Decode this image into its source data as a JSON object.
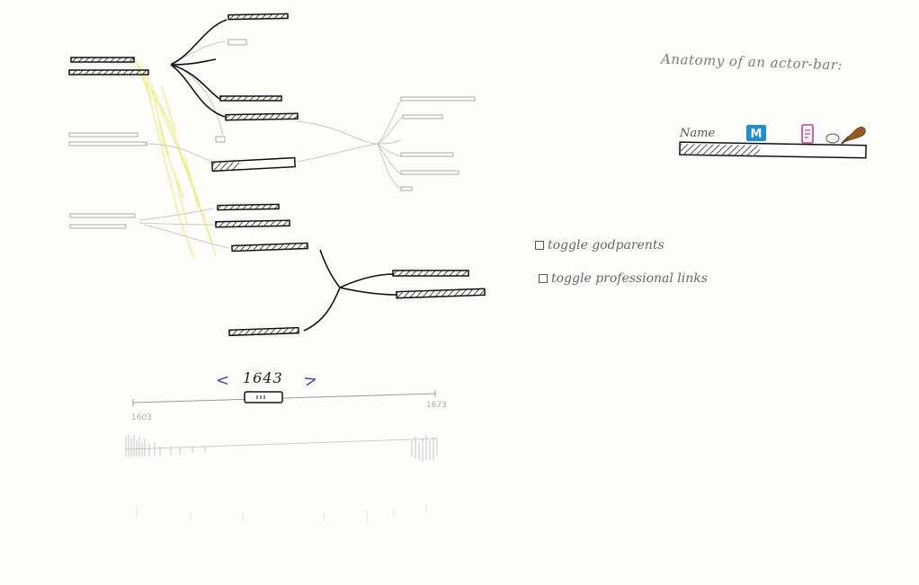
{
  "anatomy": {
    "title": "Anatomy of an actor-bar:",
    "name_label": "Name",
    "badge_m": "M",
    "colors": {
      "badge_m": "#1a8fd6",
      "card_icon": "#e0338f",
      "highlight": "#e9ee6a"
    },
    "icons": [
      "m-badge-icon",
      "card-icon",
      "small-badge-icon",
      "drumstick-icon"
    ]
  },
  "toggles": [
    {
      "label": "toggle godparents",
      "checked": false
    },
    {
      "label": "toggle professional links",
      "checked": false
    }
  ],
  "timeline": {
    "year": "1643",
    "prev_arrow": "<",
    "next_arrow": ">",
    "min_label": "1603",
    "max_label": "1673"
  }
}
